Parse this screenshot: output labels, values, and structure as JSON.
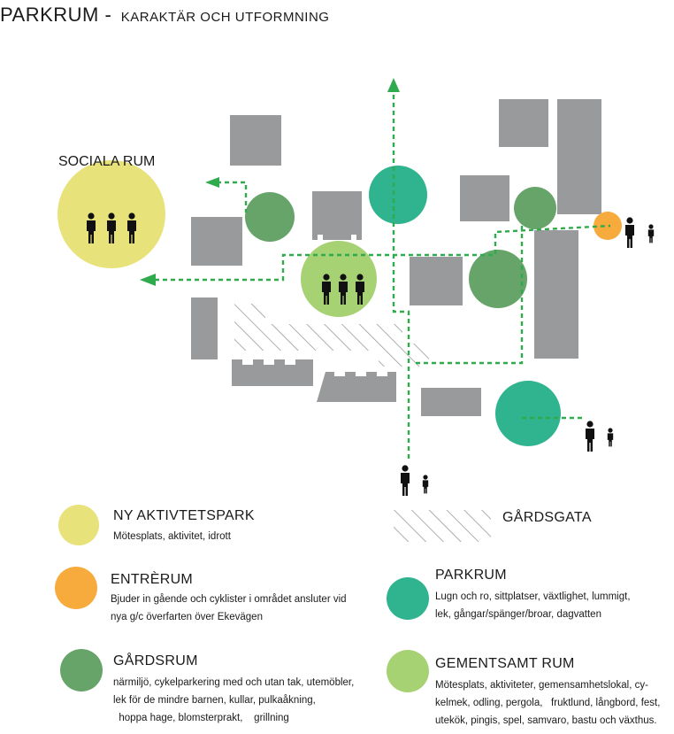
{
  "header": {
    "title": "PARKRUM -",
    "subtitle": "KARAKTÄR OCH UTFORMNING"
  },
  "map": {
    "label_social": "SOCIALA RUM"
  },
  "colors": {
    "building": "#999a9c",
    "yellow": "#e8e27a",
    "orange": "#f7ab3c",
    "park": "#2fb48f",
    "courtyard": "#66a46a",
    "shared": "#a6d274",
    "path": "#2faa4c",
    "hatch": "#9a9a9a"
  },
  "legend": {
    "activity_park": {
      "title": "NY AKTIVTETSPARK",
      "desc": [
        "Mötesplats, aktivitet, idrott"
      ]
    },
    "street": {
      "title": "GÅRDSGATA"
    },
    "entrance": {
      "title": "ENTRÈRUM",
      "desc": [
        "Bjuder in gående och cyklister i området ansluter vid",
        "nya g/c överfarten över Ekevägen"
      ]
    },
    "park": {
      "title": "PARKRUM",
      "desc": [
        "Lugn och ro, sittplatser, växtlighet, lummigt,",
        "lek, gångar/spänger/broar, dagvatten"
      ]
    },
    "courtyard": {
      "title": "GÅRDSRUM",
      "desc": [
        "närmiljö, cykelparkering  med och utan tak, utemöbler,",
        "lek för de mindre barnen, kullar, pulkaåkning,",
        "  hoppa hage, blomsterprakt,    grillning"
      ]
    },
    "shared": {
      "title": "GEMENTSAMT RUM",
      "desc": [
        "Mötesplats, aktiviteter, gemensamhetslokal, cy-",
        "kelmek, odling, pergola,   fruktlund, långbord, fest,",
        "utekök, pingis, spel, samvaro, bastu och växthus."
      ]
    }
  }
}
